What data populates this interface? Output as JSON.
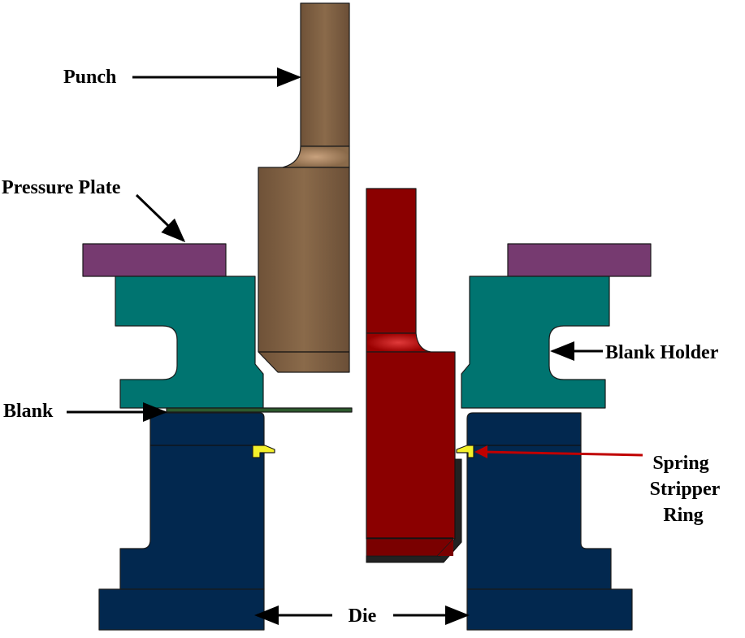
{
  "diagram": {
    "title": "Deep drawing tool setup cross-section",
    "colors": {
      "punch": "#7d5f42",
      "pressure_plate": "#763a70",
      "blank_holder": "#007470",
      "blank": "#2d5a2d",
      "die": "#02284f",
      "stripper_ring": "#f4f02a",
      "drawn_part": "#8b0000",
      "part_wall": "#222222",
      "arrow_black": "#000000",
      "arrow_red": "#c00000"
    },
    "labels": {
      "punch": "Punch",
      "pressure_plate": "Pressure Plate",
      "blank_holder": "Blank Holder",
      "blank": "Blank",
      "spring_line1": "Spring",
      "spring_line2": "Stripper",
      "spring_line3": "Ring",
      "die": "Die"
    }
  }
}
